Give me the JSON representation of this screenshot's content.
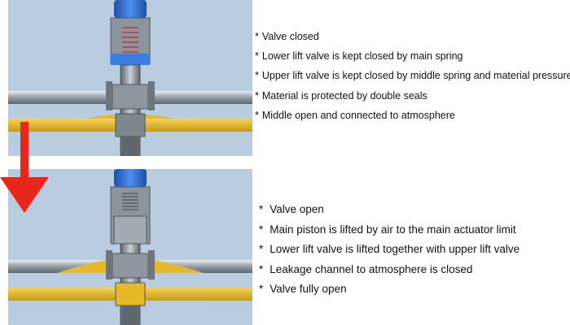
{
  "closed_state": {
    "bullet": "*",
    "notes": [
      "Valve closed",
      "Lower lift valve is kept closed by main spring",
      "Upper lift valve is kept closed by middle spring and material pressure",
      "Material is protected by double seals",
      "Middle open and connected to atmosphere"
    ]
  },
  "open_state": {
    "bullet": "*",
    "notes": [
      "Valve open",
      "Main piston is lifted by air to the main actuator limit",
      "Lower lift valve is lifted together with upper lift valve",
      "Leakage channel to atmosphere is closed",
      "Valve fully open"
    ]
  },
  "colors": {
    "panel_background": "#bacde0",
    "pipe_steel": "#9aa3ab",
    "product": "#e6b82a",
    "actuator_cap": "#2f6fd1",
    "arrow": "#e8271c"
  },
  "icons": {
    "transition": "arrow-down-icon"
  }
}
